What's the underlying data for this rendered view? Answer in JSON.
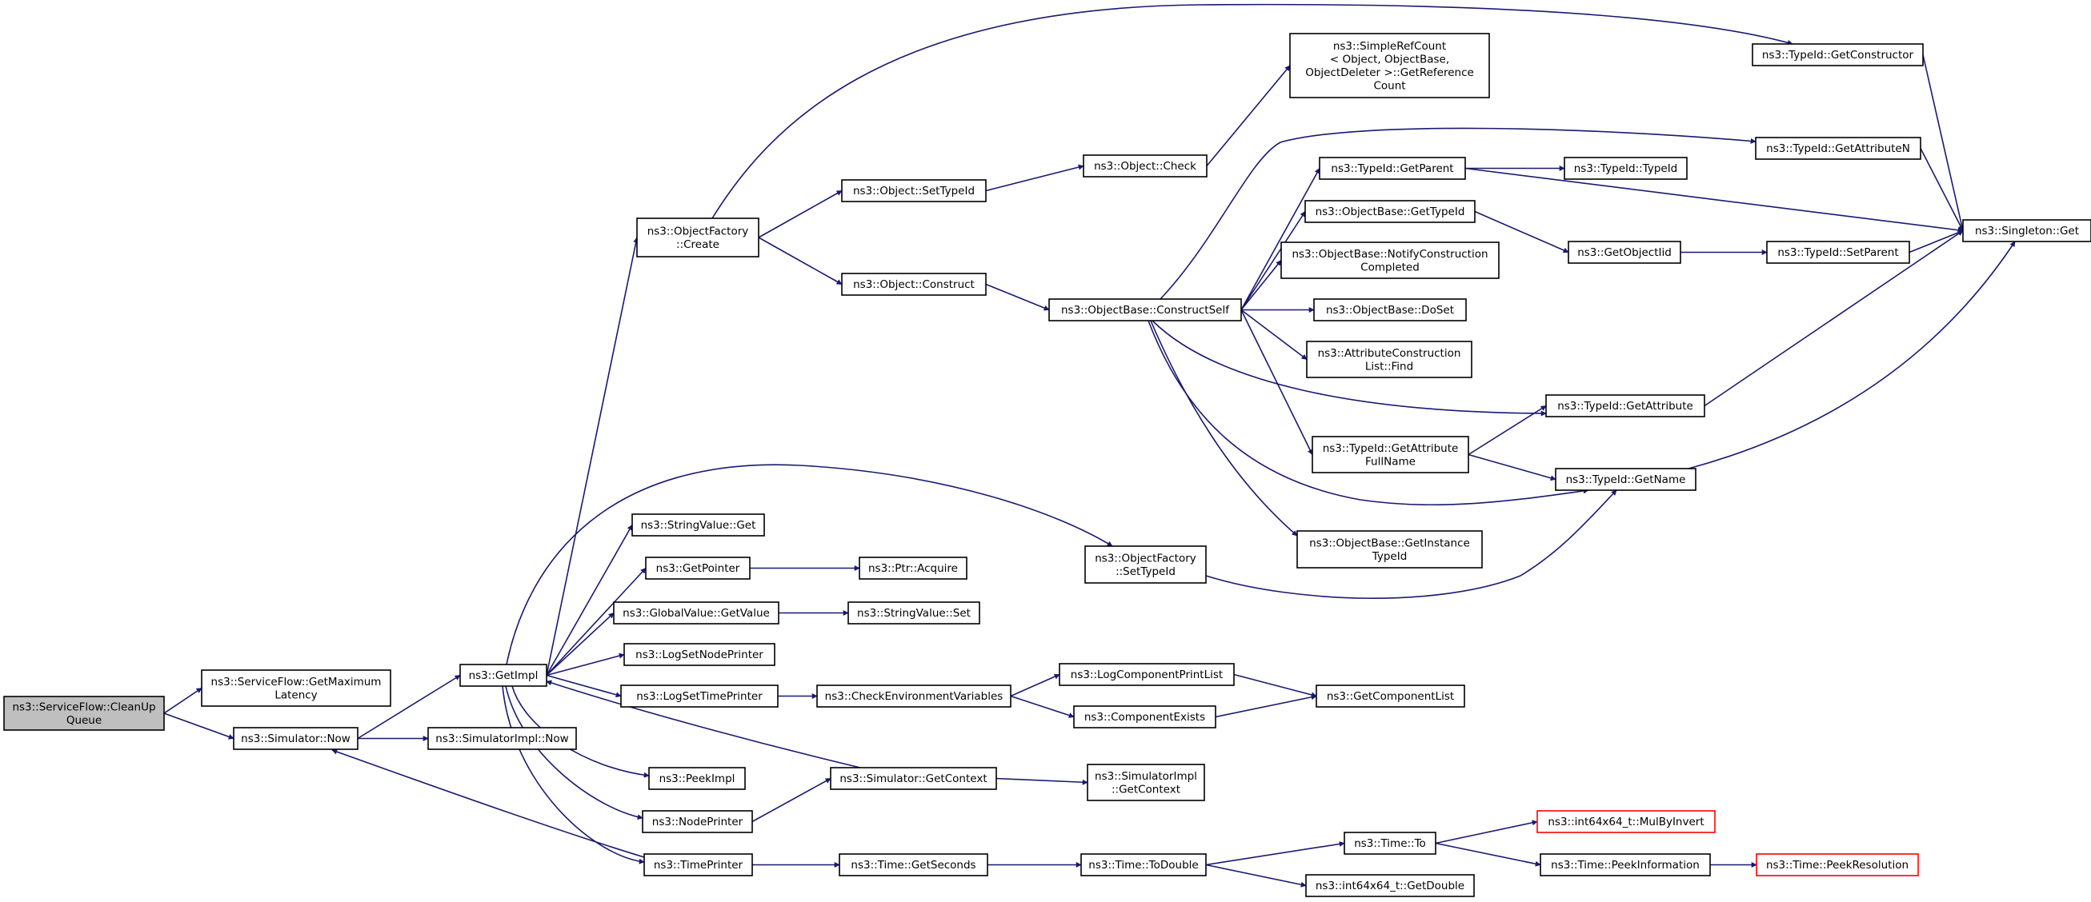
{
  "graph": {
    "type": "doxygen-call-graph",
    "edge_color": "#191970",
    "root_fill": "#bfbfbf",
    "missing_border": "#ff0000",
    "nodes": [
      {
        "id": "cleanup",
        "lines": [
          "ns3::ServiceFlow::CleanUp",
          "Queue"
        ],
        "root": true
      },
      {
        "id": "getmaxlat",
        "lines": [
          "ns3::ServiceFlow::GetMaximum",
          "Latency"
        ]
      },
      {
        "id": "simnow",
        "lines": [
          "ns3::Simulator::Now"
        ]
      },
      {
        "id": "simimplnow",
        "lines": [
          "ns3::SimulatorImpl::Now"
        ]
      },
      {
        "id": "getimpl",
        "lines": [
          "ns3::GetImpl"
        ]
      },
      {
        "id": "objfcreate",
        "lines": [
          "ns3::ObjectFactory",
          "::Create"
        ]
      },
      {
        "id": "stringvalget",
        "lines": [
          "ns3::StringValue::Get"
        ]
      },
      {
        "id": "getpointer",
        "lines": [
          "ns3::GetPointer"
        ]
      },
      {
        "id": "gvgetvalue",
        "lines": [
          "ns3::GlobalValue::GetValue"
        ]
      },
      {
        "id": "logsetnode",
        "lines": [
          "ns3::LogSetNodePrinter"
        ]
      },
      {
        "id": "logsettime",
        "lines": [
          "ns3::LogSetTimePrinter"
        ]
      },
      {
        "id": "peekimpl",
        "lines": [
          "ns3::PeekImpl"
        ]
      },
      {
        "id": "nodeprinter",
        "lines": [
          "ns3::NodePrinter"
        ]
      },
      {
        "id": "timeprinter",
        "lines": [
          "ns3::TimePrinter"
        ]
      },
      {
        "id": "objsettypeid",
        "lines": [
          "ns3::Object::SetTypeId"
        ]
      },
      {
        "id": "objconstruct",
        "lines": [
          "ns3::Object::Construct"
        ]
      },
      {
        "id": "ptracquire",
        "lines": [
          "ns3::Ptr::Acquire"
        ]
      },
      {
        "id": "strvalset",
        "lines": [
          "ns3::StringValue::Set"
        ]
      },
      {
        "id": "checkenv",
        "lines": [
          "ns3::CheckEnvironmentVariables"
        ]
      },
      {
        "id": "simgetctx",
        "lines": [
          "ns3::Simulator::GetContext"
        ]
      },
      {
        "id": "timegetsec",
        "lines": [
          "ns3::Time::GetSeconds"
        ]
      },
      {
        "id": "objcheck",
        "lines": [
          "ns3::Object::Check"
        ]
      },
      {
        "id": "obconstructself",
        "lines": [
          "ns3::ObjectBase::ConstructSelf"
        ]
      },
      {
        "id": "objfsettypeid",
        "lines": [
          "ns3::ObjectFactory",
          "::SetTypeId"
        ]
      },
      {
        "id": "logcompprint",
        "lines": [
          "ns3::LogComponentPrintList"
        ]
      },
      {
        "id": "compexists",
        "lines": [
          "ns3::ComponentExists"
        ]
      },
      {
        "id": "simimplgetctx",
        "lines": [
          "ns3::SimulatorImpl",
          "::GetContext"
        ]
      },
      {
        "id": "timetodouble",
        "lines": [
          "ns3::Time::ToDouble"
        ]
      },
      {
        "id": "simplerefcount",
        "lines": [
          "ns3::SimpleRefCount",
          "< Object, ObjectBase,",
          "ObjectDeleter >::GetReference",
          "Count"
        ]
      },
      {
        "id": "tidgetparent",
        "lines": [
          "ns3::TypeId::GetParent"
        ]
      },
      {
        "id": "obgettypeid",
        "lines": [
          "ns3::ObjectBase::GetTypeId"
        ]
      },
      {
        "id": "obnotify",
        "lines": [
          "ns3::ObjectBase::NotifyConstruction",
          "Completed"
        ]
      },
      {
        "id": "obdoset",
        "lines": [
          "ns3::ObjectBase::DoSet"
        ]
      },
      {
        "id": "attrconstfind",
        "lines": [
          "ns3::AttributeConstruction",
          "List::Find"
        ]
      },
      {
        "id": "tidgetattrfull",
        "lines": [
          "ns3::TypeId::GetAttribute",
          "FullName"
        ]
      },
      {
        "id": "obgetinstance",
        "lines": [
          "ns3::ObjectBase::GetInstance",
          "TypeId"
        ]
      },
      {
        "id": "getcomplist",
        "lines": [
          "ns3::GetComponentList"
        ]
      },
      {
        "id": "timeto",
        "lines": [
          "ns3::Time::To"
        ]
      },
      {
        "id": "int64getdouble",
        "lines": [
          "ns3::int64x64_t::GetDouble"
        ]
      },
      {
        "id": "tidtypeid",
        "lines": [
          "ns3::TypeId::TypeId"
        ]
      },
      {
        "id": "getobjectiid",
        "lines": [
          "ns3::GetObjectIid"
        ]
      },
      {
        "id": "tidgetattribute",
        "lines": [
          "ns3::TypeId::GetAttribute"
        ]
      },
      {
        "id": "tidgetname",
        "lines": [
          "ns3::TypeId::GetName"
        ]
      },
      {
        "id": "int64mulbyinvert",
        "lines": [
          "ns3::int64x64_t::MulByInvert"
        ],
        "missing": true
      },
      {
        "id": "timepeekinfo",
        "lines": [
          "ns3::Time::PeekInformation"
        ]
      },
      {
        "id": "tidgetctor",
        "lines": [
          "ns3::TypeId::GetConstructor"
        ]
      },
      {
        "id": "tidgetattrn",
        "lines": [
          "ns3::TypeId::GetAttributeN"
        ]
      },
      {
        "id": "tidsetparent",
        "lines": [
          "ns3::TypeId::SetParent"
        ]
      },
      {
        "id": "timepeekres",
        "lines": [
          "ns3::Time::PeekResolution"
        ],
        "missing": true
      },
      {
        "id": "singletonget",
        "lines": [
          "ns3::Singleton::Get"
        ]
      }
    ]
  }
}
